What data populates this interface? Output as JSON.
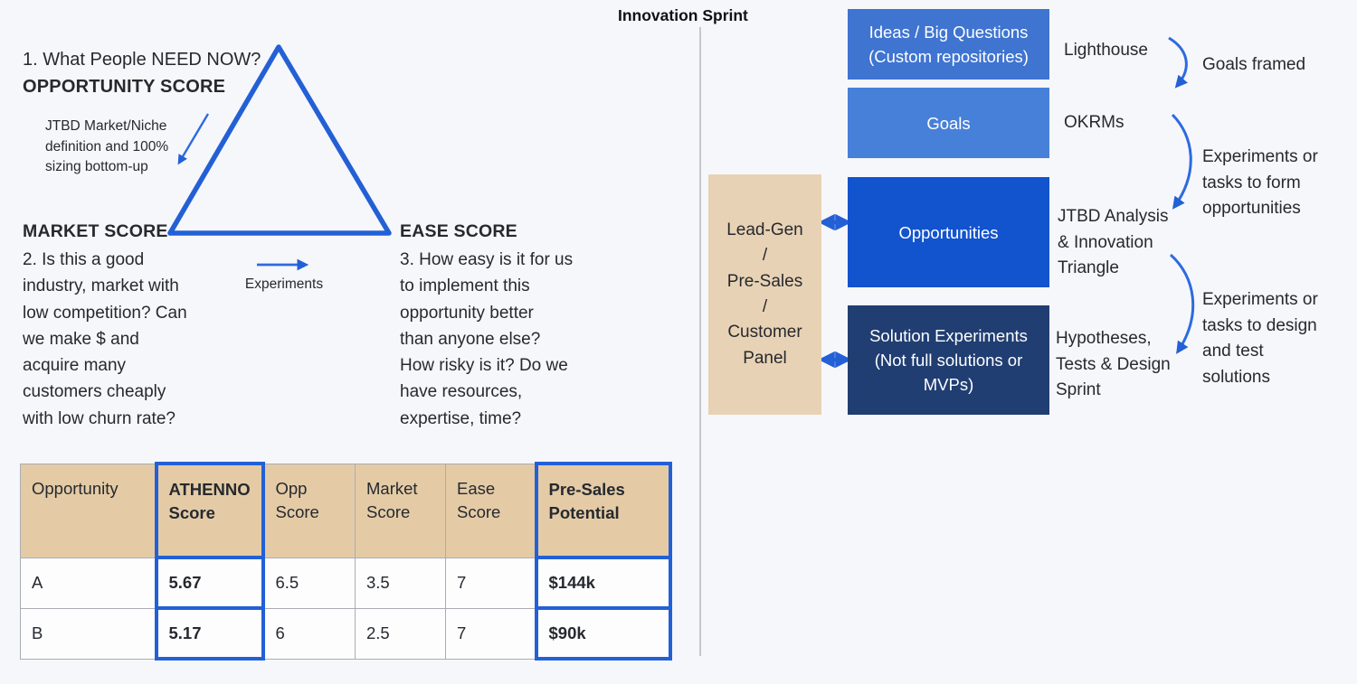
{
  "title": "Innovation Sprint",
  "triangle_model": {
    "question_line": "1. What People NEED NOW?",
    "opportunity_heading": "OPPORTUNITY SCORE",
    "jtbd_note_lines": [
      "JTBD Market/Niche",
      "definition and 100%",
      "sizing bottom-up"
    ],
    "market_heading": "MARKET SCORE",
    "market_lines": [
      "2. Is this a good",
      "industry, market with",
      "low competition? Can",
      "we make $ and",
      "acquire many",
      "customers cheaply",
      "with low churn rate?"
    ],
    "ease_heading": "EASE SCORE",
    "ease_lines": [
      "3. How easy is it for us",
      "to implement this",
      "opportunity better",
      "than anyone else?",
      "How risky is it? Do we",
      "have resources,",
      "expertise, time?"
    ],
    "experiments_label": "Experiments"
  },
  "table": {
    "columns": [
      "Opportunity",
      "ATHENNO Score",
      "Opp Score",
      "Market Score",
      "Ease Score",
      "Pre-Sales Potential"
    ],
    "rows": [
      [
        "A",
        "5.67",
        "6.5",
        "3.5",
        "7",
        "$144k"
      ],
      [
        "B",
        "5.17",
        "6",
        "2.5",
        "7",
        "$90k"
      ]
    ]
  },
  "sprint_flow": {
    "ideas_box_lines": [
      "Ideas / Big Questions",
      "(Custom repositories)"
    ],
    "goals_box": "Goals",
    "opportunities_box": "Opportunities",
    "solution_box_lines": [
      "Solution Experiments",
      "(Not full solutions or",
      "MVPs)"
    ],
    "leadgen_lines": [
      "Lead-Gen",
      "/",
      "Pre-Sales",
      "/",
      "Customer",
      "Panel"
    ],
    "lighthouse": "Lighthouse",
    "okrms": "OKRMs",
    "jtbd_lines": [
      "JTBD Analysis",
      "& Innovation",
      "Triangle"
    ],
    "hypotheses_lines": [
      "Hypotheses,",
      "Tests & Design",
      "Sprint"
    ],
    "goals_framed": "Goals framed",
    "form_opps_lines": [
      "Experiments or",
      "tasks to form",
      "opportunities"
    ],
    "design_test_lines": [
      "Experiments or",
      "tasks to design",
      "and test",
      "solutions"
    ]
  },
  "colors": {
    "background": "#f6f7fa",
    "accent_blue": "#2360d6",
    "ideas_box": "#3f74d1",
    "goals_box": "#4780d9",
    "opportunities_box": "#1253ce",
    "solution_box": "#203e72",
    "leadgen_tan": "#e8d2b5",
    "table_header_tan": "#e4cba6",
    "table_grid_gray": "#a9adb3",
    "divider_gray": "#c4c8cd",
    "text": "#26292e"
  }
}
